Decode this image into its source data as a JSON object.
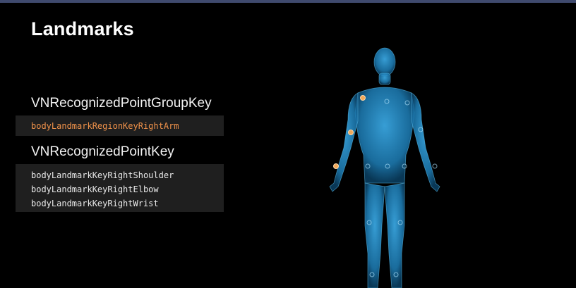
{
  "slide": {
    "title": "Landmarks",
    "group_key_heading": "VNRecognizedPointGroupKey",
    "group_key_values": [
      "bodyLandmarkRegionKeyRightArm"
    ],
    "point_key_heading": "VNRecognizedPointKey",
    "point_key_values": [
      "bodyLandmarkKeyRightShoulder",
      "bodyLandmarkKeyRightElbow",
      "bodyLandmarkKeyRightWrist"
    ]
  },
  "figure": {
    "icon": "human-body-figure",
    "body_color": "#1e7fb8",
    "highlight_color": "#f0a85a",
    "highlighted_landmarks": [
      "right-shoulder",
      "right-elbow",
      "right-wrist"
    ]
  }
}
